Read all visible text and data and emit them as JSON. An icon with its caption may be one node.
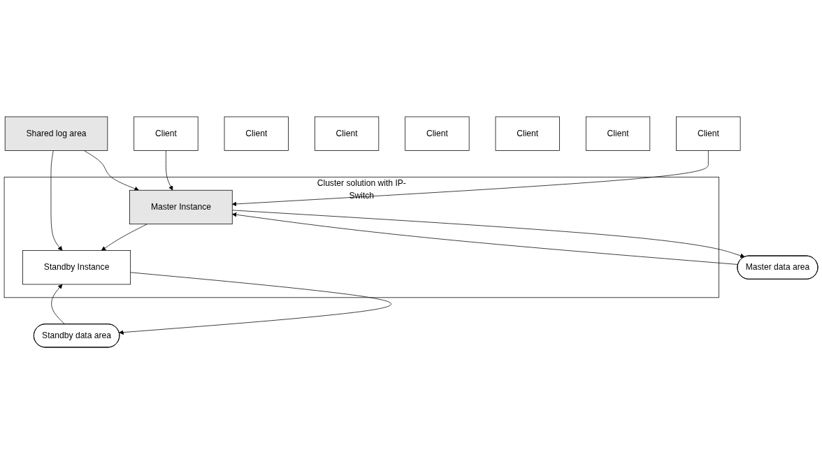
{
  "diagram": {
    "nodes": [
      {
        "text": [
          "Client"
        ]
      },
      {
        "text": [
          "Client"
        ]
      },
      {
        "text": [
          "Client"
        ]
      },
      {
        "text": [
          "Client"
        ]
      },
      {
        "text": [
          "Client"
        ]
      },
      {
        "text": [
          "Client"
        ]
      },
      {
        "text": [
          "Client"
        ]
      },
      {
        "text": [
          "Cluster solution with IP-Switch"
        ]
      },
      {
        "text": [
          "Master Instance"
        ],
        "in": 7
      },
      {
        "text": [
          "Standby Instance"
        ],
        "in": 7
      },
      {
        "text": [
          "Master data area"
        ]
      },
      {
        "text": [
          "Shared log area"
        ]
      },
      {
        "text": [
          "Standby data area"
        ]
      }
    ],
    "edges": [
      {
        "from": 0,
        "to": 8,
        "arrow": "to"
      },
      {
        "from": 1,
        "to": 8,
        "arrow": "to"
      },
      {
        "from": 8,
        "to": 9,
        "arrow": "to"
      },
      {
        "from": 8,
        "to": 10,
        "arrow": "to"
      },
      {
        "from": 10,
        "to": 8,
        "arrow": "to"
      },
      {
        "from": 11,
        "to": 8,
        "arrow": "to"
      },
      {
        "from": 11,
        "to": 9,
        "arrow": "to"
      },
      {
        "from": 9,
        "to": 12,
        "arrow": "to"
      },
      {
        "from": 12,
        "to": 9,
        "arrow": "to"
      }
    ]
  }
}
